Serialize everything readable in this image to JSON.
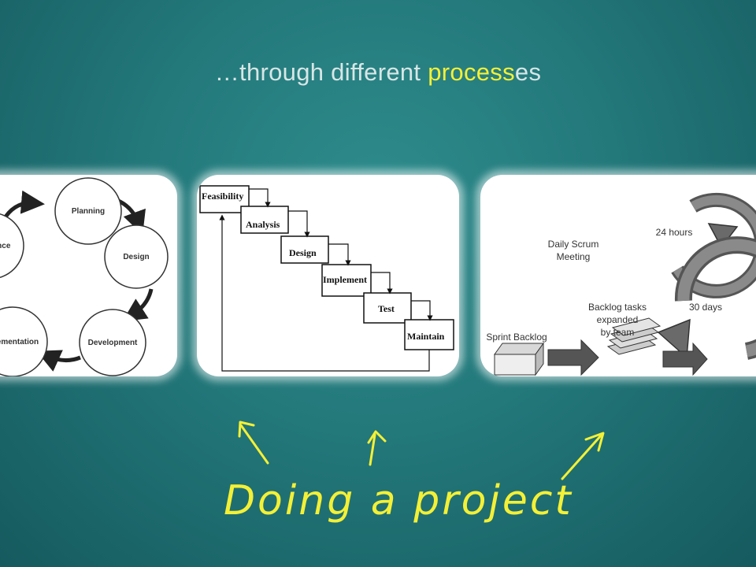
{
  "slide": {
    "title_prefix": "…through different ",
    "title_highlight": "process",
    "title_suffix": "es",
    "highlight_color": "#f4f036",
    "handwritten_note": "Doing a project"
  },
  "cycle_diagram": {
    "nodes": [
      "Planning",
      "Design",
      "Development",
      "plementation",
      "ance"
    ]
  },
  "waterfall_diagram": {
    "stages": [
      "Feasibility",
      "Analysis",
      "Design",
      "Implement",
      "Test",
      "Maintain"
    ]
  },
  "scrum_diagram": {
    "daily_label_1": "Daily Scrum",
    "daily_label_2": "Meeting",
    "hours_label": "24 hours",
    "days_label": "30 days",
    "backlog_label_1": "Backlog tasks",
    "backlog_label_2": "expanded",
    "backlog_label_3": "by team",
    "sprint_label": "Sprint Backlog"
  }
}
